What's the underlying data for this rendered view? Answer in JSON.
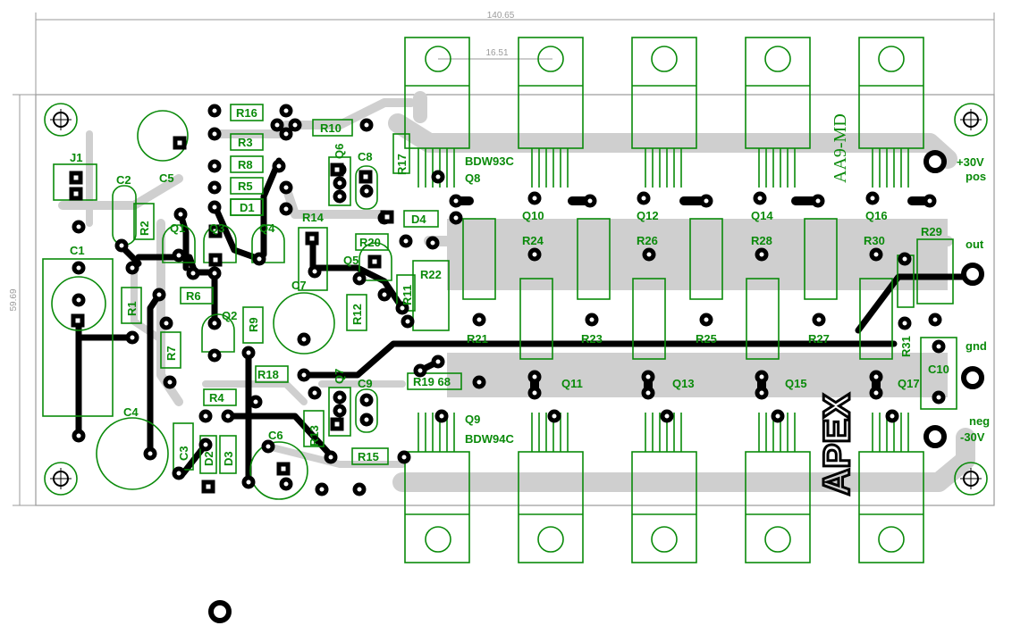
{
  "dimensions": {
    "width_label": "140.65",
    "height_label": "59.69",
    "spacing_label": "16.51"
  },
  "board_text": {
    "logo": "AA9-MD",
    "brand": "APEX"
  },
  "connectors": {
    "pos": "+30V\npos",
    "out": "out",
    "gnd": "gnd",
    "neg": "neg\n-30V"
  },
  "labels": {
    "J1": "J1",
    "C1": "C1",
    "C2": "C2",
    "C3": "C3",
    "C4": "C4",
    "C5": "C5",
    "C6": "C6",
    "C7": "C7",
    "C8": "C8",
    "C9": "C9",
    "C10": "C10",
    "R1": "R1",
    "R2": "R2",
    "R3": "R3",
    "R4": "R4",
    "R5": "R5",
    "R6": "R6",
    "R7": "R7",
    "R8": "R8",
    "R9": "R9",
    "R10": "R10",
    "R11": "R11",
    "R12": "R12",
    "R13": "R13",
    "R14": "R14",
    "R15": "R15",
    "R16": "R16",
    "R17": "R17",
    "R18": "R18",
    "R19": "R19 68",
    "R20": "R20",
    "R21": "R21",
    "R22": "R22",
    "R23": "R23",
    "R24": "R24",
    "R25": "R25",
    "R26": "R26",
    "R27": "R27",
    "R28": "R28",
    "R29": "R29",
    "R30": "R30",
    "R31": "R31",
    "D1": "D1",
    "D2": "D2",
    "D3": "D3",
    "D4": "D4",
    "Q1": "Q1",
    "Q2": "Q2",
    "Q3": "Q3",
    "Q4": "Q4",
    "Q5": "Q5",
    "Q6": "Q6",
    "Q7": "Q7",
    "Q8": "Q8",
    "Q9": "Q9",
    "Q10": "Q10",
    "Q11": "Q11",
    "Q12": "Q12",
    "Q13": "Q13",
    "Q14": "Q14",
    "Q15": "Q15",
    "Q16": "Q16",
    "Q17": "Q17",
    "top_part": "BDW93C",
    "bottom_part": "BDW94C"
  },
  "colors": {
    "silkscreen": "#0a8a0a",
    "copper_top": "#cfcfcf",
    "copper_bottom": "#000000",
    "outline": "#9a9a9a"
  }
}
